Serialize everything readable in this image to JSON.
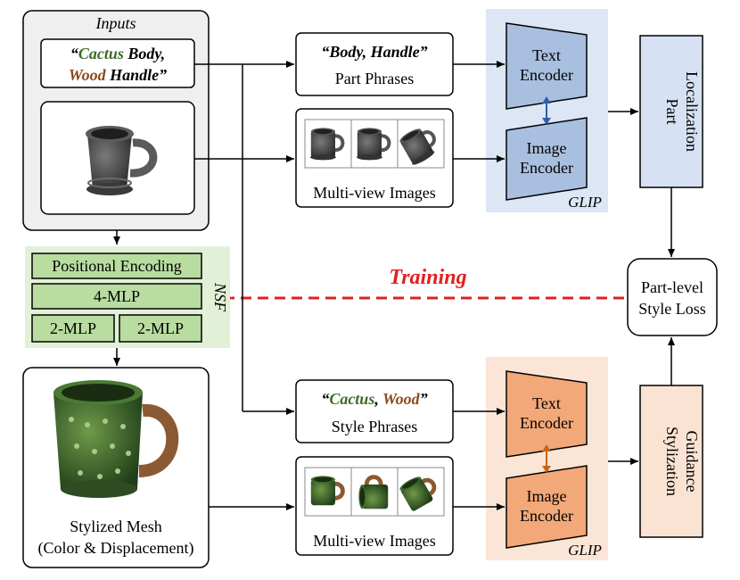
{
  "inputs": {
    "title": "Inputs",
    "prompt_line1": {
      "q": "“",
      "w1": "Cactus",
      "w2": " Body,"
    },
    "prompt_line2": {
      "w1": "Wood",
      "w2": " Handle",
      "q": "”"
    }
  },
  "part_phrases": {
    "quote": "“Body, Handle”",
    "label": "Part Phrases"
  },
  "style_phrases": {
    "q1": "“",
    "w1": "Cactus",
    "sep": ", ",
    "w2": "Wood",
    "q2": "”",
    "label": "Style Phrases"
  },
  "multiview_top": {
    "label": "Multi-view Images"
  },
  "multiview_bottom": {
    "label": "Multi-view Images"
  },
  "glip_top": {
    "name": "GLIP",
    "text_enc": [
      "Text",
      "Encoder"
    ],
    "image_enc": [
      "Image",
      "Encoder"
    ]
  },
  "glip_bottom": {
    "name": "GLIP",
    "text_enc": [
      "Text",
      "Encoder"
    ],
    "image_enc": [
      "Image",
      "Encoder"
    ]
  },
  "part_localization": {
    "line1": "Part",
    "line2": "Localization"
  },
  "stylization_guidance": {
    "line1": "Stylization",
    "line2": "Guidance"
  },
  "loss": {
    "line1": "Part-level",
    "line2": "Style Loss"
  },
  "training": {
    "label": "Training"
  },
  "nsf": {
    "name": "NSF",
    "positional": "Positional Encoding",
    "mlp4": "4-MLP",
    "mlp2a": "2-MLP",
    "mlp2b": "2-MLP"
  },
  "stylized_mesh": {
    "line1": "Stylized Mesh",
    "line2": "(Color & Displacement)"
  },
  "colors": {
    "cactus_green": "#3d6b2a",
    "wood_brown": "#8b4a1c",
    "training_red": "#e02020",
    "glip_blue_bg": "#dce6f4",
    "encoder_blue": "#a9bfdf",
    "glip_orange_bg": "#fae5d6",
    "encoder_orange": "#f2a878",
    "nsf_green_bg": "#e3f0d8",
    "nsf_green_box": "#b9dca0",
    "inputs_gray_bg": "#efefef",
    "stylization_bg": "#fbe3d3",
    "localization_bg": "#d6e2f3"
  }
}
